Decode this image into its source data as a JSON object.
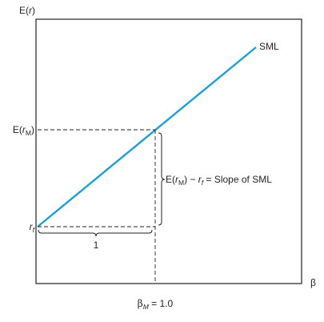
{
  "diagram": {
    "y_axis_label": {
      "base": "E(",
      "var": "r",
      "close": ")"
    },
    "x_axis_label": "β",
    "line_label": "SML",
    "market_return_label": {
      "base": "E(",
      "var": "r",
      "sub": "M",
      "close": ")"
    },
    "risk_free_label": {
      "base": "r",
      "sub": "f"
    },
    "slope_annotation": {
      "lhs_base": "E(",
      "lhs_var": "r",
      "lhs_sub": "M",
      "lhs_close": ")",
      "minus": " − ",
      "rf_base": "r",
      "rf_sub": "f",
      "rhs": " = Slope of SML"
    },
    "run_label": "1",
    "market_beta_label": {
      "base": "β",
      "sub": "M",
      "rhs": " = 1.0"
    },
    "colors": {
      "sml_line": "#1aa0d8",
      "axes": "#231f20",
      "dashes": "#231f20"
    }
  }
}
